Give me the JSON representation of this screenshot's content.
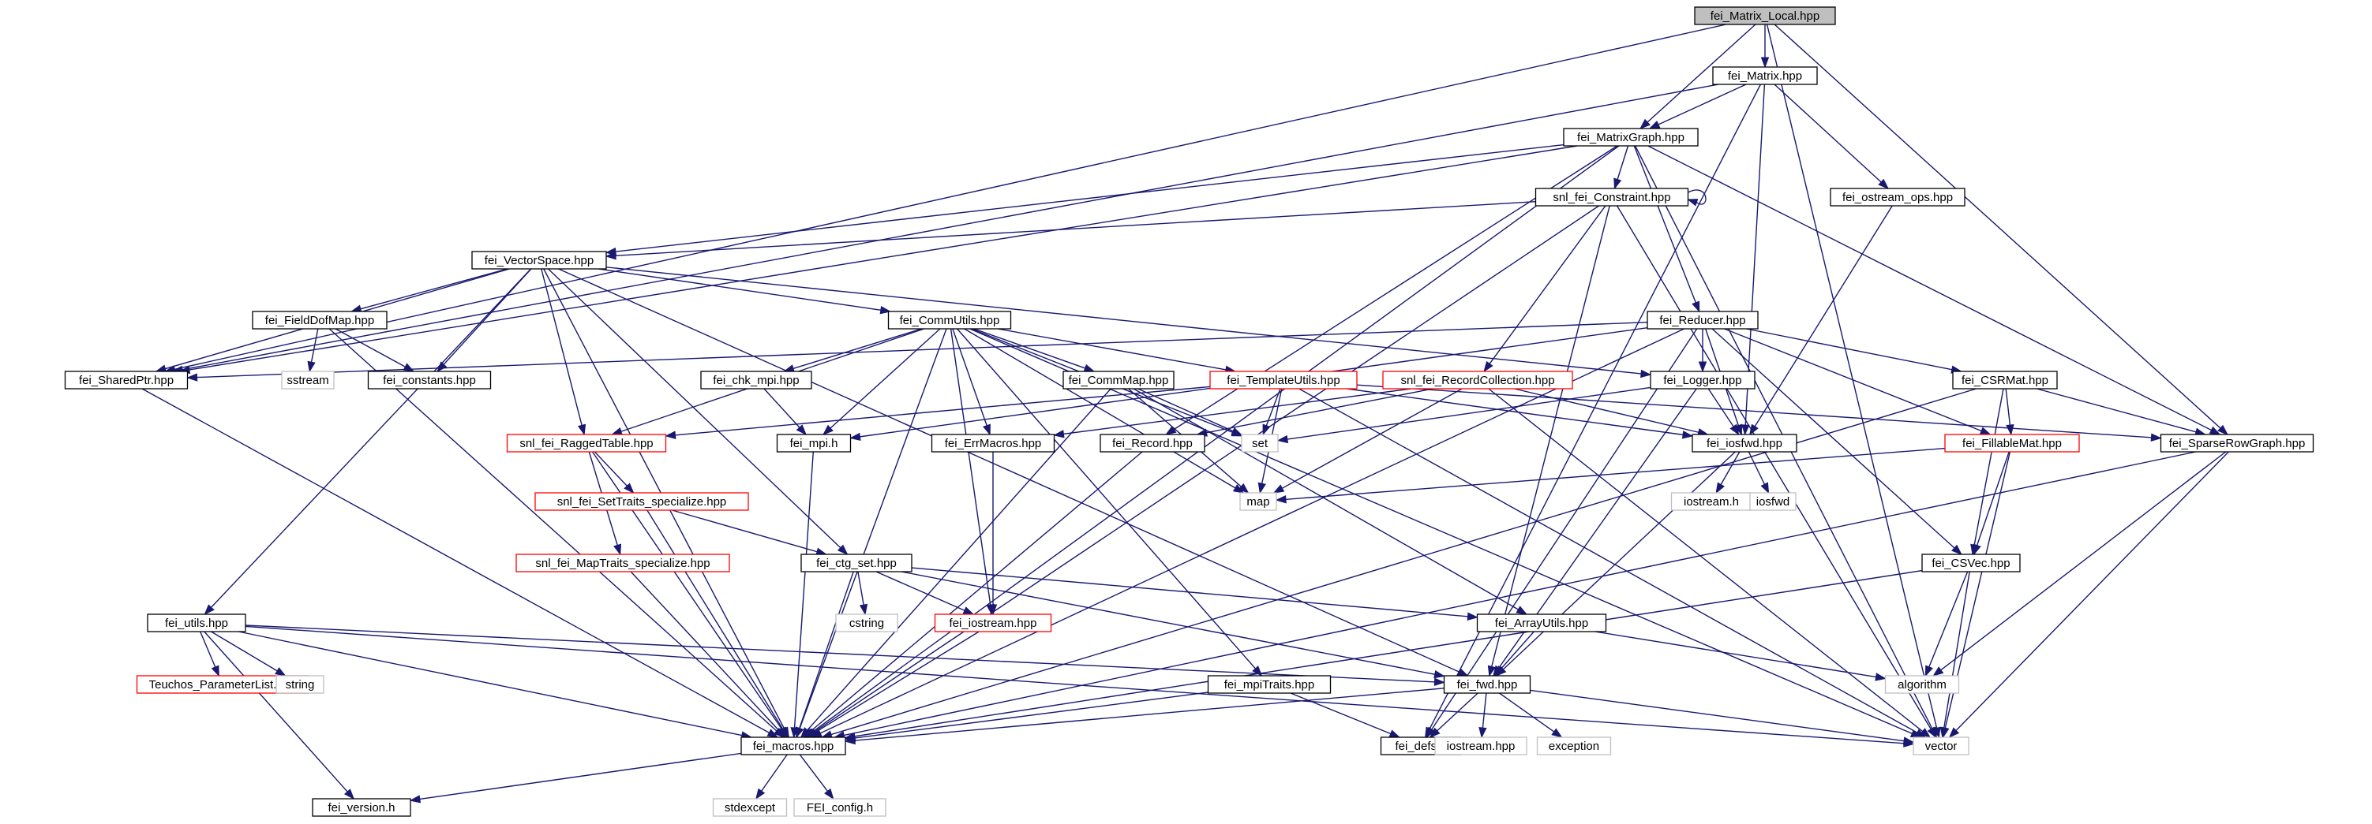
{
  "colors": {
    "edge": "#191970",
    "node_border": "#000000",
    "undoc_border": "#ff0000",
    "ext_border": "#bfbfbf",
    "root_fill": "#bfbfbf",
    "ext_text": "#555555"
  },
  "nodes": [
    {
      "id": "root",
      "label": "fei_Matrix_Local.hpp",
      "kind": "root"
    },
    {
      "id": "matrix",
      "label": "fei_Matrix.hpp",
      "kind": "doc"
    },
    {
      "id": "matrixgraph",
      "label": "fei_MatrixGraph.hpp",
      "kind": "doc"
    },
    {
      "id": "constraint",
      "label": "snl_fei_Constraint.hpp",
      "kind": "doc"
    },
    {
      "id": "ostreamops",
      "label": "fei_ostream_ops.hpp",
      "kind": "doc"
    },
    {
      "id": "vectorspace",
      "label": "fei_VectorSpace.hpp",
      "kind": "doc"
    },
    {
      "id": "fielddofmap",
      "label": "fei_FieldDofMap.hpp",
      "kind": "doc"
    },
    {
      "id": "commutils",
      "label": "fei_CommUtils.hpp",
      "kind": "doc"
    },
    {
      "id": "reducer",
      "label": "fei_Reducer.hpp",
      "kind": "doc"
    },
    {
      "id": "sharedptr",
      "label": "fei_SharedPtr.hpp",
      "kind": "doc"
    },
    {
      "id": "sstream",
      "label": "sstream",
      "kind": "ext"
    },
    {
      "id": "constants",
      "label": "fei_constants.hpp",
      "kind": "doc"
    },
    {
      "id": "chkmpi",
      "label": "fei_chk_mpi.hpp",
      "kind": "doc"
    },
    {
      "id": "commmap",
      "label": "fei_CommMap.hpp",
      "kind": "doc"
    },
    {
      "id": "templateutils",
      "label": "fei_TemplateUtils.hpp",
      "kind": "undoc"
    },
    {
      "id": "recordcollection",
      "label": "snl_fei_RecordCollection.hpp",
      "kind": "undoc"
    },
    {
      "id": "logger",
      "label": "fei_Logger.hpp",
      "kind": "doc"
    },
    {
      "id": "csrmat",
      "label": "fei_CSRMat.hpp",
      "kind": "doc"
    },
    {
      "id": "raggedtable",
      "label": "snl_fei_RaggedTable.hpp",
      "kind": "undoc"
    },
    {
      "id": "mpi",
      "label": "fei_mpi.h",
      "kind": "doc"
    },
    {
      "id": "errmacros",
      "label": "fei_ErrMacros.hpp",
      "kind": "doc"
    },
    {
      "id": "record",
      "label": "fei_Record.hpp",
      "kind": "doc"
    },
    {
      "id": "set",
      "label": "set",
      "kind": "ext"
    },
    {
      "id": "iosfwd_hpp",
      "label": "fei_iosfwd.hpp",
      "kind": "doc"
    },
    {
      "id": "fillablemat",
      "label": "fei_FillableMat.hpp",
      "kind": "undoc"
    },
    {
      "id": "sparserowgraph",
      "label": "fei_SparseRowGraph.hpp",
      "kind": "doc"
    },
    {
      "id": "map",
      "label": "map",
      "kind": "ext"
    },
    {
      "id": "settraits",
      "label": "snl_fei_SetTraits_specialize.hpp",
      "kind": "undoc"
    },
    {
      "id": "iostream_h",
      "label": "iostream.h",
      "kind": "ext"
    },
    {
      "id": "iosfwd",
      "label": "iosfwd",
      "kind": "ext"
    },
    {
      "id": "maptraits",
      "label": "snl_fei_MapTraits_specialize.hpp",
      "kind": "undoc"
    },
    {
      "id": "ctgset",
      "label": "fei_ctg_set.hpp",
      "kind": "doc"
    },
    {
      "id": "csvec",
      "label": "fei_CSVec.hpp",
      "kind": "doc"
    },
    {
      "id": "cstring",
      "label": "cstring",
      "kind": "ext"
    },
    {
      "id": "iostream_hpp",
      "label": "fei_iostream.hpp",
      "kind": "undoc"
    },
    {
      "id": "arrayutils",
      "label": "fei_ArrayUtils.hpp",
      "kind": "doc"
    },
    {
      "id": "utils",
      "label": "fei_utils.hpp",
      "kind": "doc"
    },
    {
      "id": "teuchos",
      "label": "Teuchos_ParameterList.hpp",
      "kind": "undoc"
    },
    {
      "id": "string",
      "label": "string",
      "kind": "ext"
    },
    {
      "id": "mpitraits",
      "label": "fei_mpiTraits.hpp",
      "kind": "doc"
    },
    {
      "id": "fwd",
      "label": "fei_fwd.hpp",
      "kind": "doc"
    },
    {
      "id": "algorithm",
      "label": "algorithm",
      "kind": "ext"
    },
    {
      "id": "macros",
      "label": "fei_macros.hpp",
      "kind": "doc"
    },
    {
      "id": "defs",
      "label": "fei_defs.h",
      "kind": "doc"
    },
    {
      "id": "iostream_ext",
      "label": "iostream.hpp",
      "kind": "ext"
    },
    {
      "id": "exception",
      "label": "exception",
      "kind": "ext"
    },
    {
      "id": "vector",
      "label": "vector",
      "kind": "ext"
    },
    {
      "id": "version",
      "label": "fei_version.h",
      "kind": "doc"
    },
    {
      "id": "stdexcept",
      "label": "stdexcept",
      "kind": "ext"
    },
    {
      "id": "feiconfig",
      "label": "FEI_config.h",
      "kind": "ext"
    }
  ],
  "edges": [
    [
      "root",
      "matrix"
    ],
    [
      "root",
      "matrixgraph"
    ],
    [
      "root",
      "sharedptr"
    ],
    [
      "root",
      "sparserowgraph"
    ],
    [
      "root",
      "vector"
    ],
    [
      "matrix",
      "matrixgraph"
    ],
    [
      "matrix",
      "sharedptr"
    ],
    [
      "matrix",
      "ostreamops"
    ],
    [
      "matrix",
      "iosfwd_hpp"
    ],
    [
      "matrix",
      "defs"
    ],
    [
      "matrixgraph",
      "constraint"
    ],
    [
      "matrixgraph",
      "vectorspace"
    ],
    [
      "matrixgraph",
      "reducer"
    ],
    [
      "matrixgraph",
      "record"
    ],
    [
      "matrixgraph",
      "sparserowgraph"
    ],
    [
      "matrixgraph",
      "sharedptr"
    ],
    [
      "matrixgraph",
      "macros"
    ],
    [
      "matrixgraph",
      "vector"
    ],
    [
      "constraint",
      "constraint"
    ],
    [
      "constraint",
      "recordcollection"
    ],
    [
      "constraint",
      "vectorspace"
    ],
    [
      "constraint",
      "fwd"
    ],
    [
      "constraint",
      "macros"
    ],
    [
      "constraint",
      "vector"
    ],
    [
      "ostreamops",
      "iosfwd_hpp"
    ],
    [
      "vectorspace",
      "fielddofmap"
    ],
    [
      "vectorspace",
      "commutils"
    ],
    [
      "vectorspace",
      "sharedptr"
    ],
    [
      "vectorspace",
      "constants"
    ],
    [
      "vectorspace",
      "raggedtable"
    ],
    [
      "vectorspace",
      "ctgset"
    ],
    [
      "vectorspace",
      "utils"
    ],
    [
      "vectorspace",
      "logger"
    ],
    [
      "vectorspace",
      "fwd"
    ],
    [
      "vectorspace",
      "macros"
    ],
    [
      "fielddofmap",
      "sstream"
    ],
    [
      "fielddofmap",
      "constants"
    ],
    [
      "fielddofmap",
      "macros"
    ],
    [
      "commutils",
      "chkmpi"
    ],
    [
      "commutils",
      "commmap"
    ],
    [
      "commutils",
      "templateutils"
    ],
    [
      "commutils",
      "mpi"
    ],
    [
      "commutils",
      "errmacros"
    ],
    [
      "commutils",
      "set"
    ],
    [
      "commutils",
      "map"
    ],
    [
      "commutils",
      "iostream_hpp"
    ],
    [
      "commutils",
      "mpitraits"
    ],
    [
      "commutils",
      "raggedtable"
    ],
    [
      "commutils",
      "vector"
    ],
    [
      "commutils",
      "macros"
    ],
    [
      "reducer",
      "logger"
    ],
    [
      "reducer",
      "csrmat"
    ],
    [
      "reducer",
      "fillablemat"
    ],
    [
      "reducer",
      "csvec"
    ],
    [
      "reducer",
      "sharedptr"
    ],
    [
      "reducer",
      "mpi"
    ],
    [
      "reducer",
      "macros"
    ],
    [
      "reducer",
      "defs"
    ],
    [
      "reducer",
      "iosfwd_hpp"
    ],
    [
      "sharedptr",
      "macros"
    ],
    [
      "chkmpi",
      "mpi"
    ],
    [
      "commmap",
      "set"
    ],
    [
      "commmap",
      "map"
    ],
    [
      "commmap",
      "arrayutils"
    ],
    [
      "commmap",
      "macros"
    ],
    [
      "templateutils",
      "set"
    ],
    [
      "templateutils",
      "map"
    ],
    [
      "templateutils",
      "raggedtable"
    ],
    [
      "templateutils",
      "sparserowgraph"
    ],
    [
      "templateutils",
      "iosfwd_hpp"
    ],
    [
      "templateutils",
      "vector"
    ],
    [
      "recordcollection",
      "record"
    ],
    [
      "recordcollection",
      "errmacros"
    ],
    [
      "recordcollection",
      "map"
    ],
    [
      "recordcollection",
      "iosfwd_hpp"
    ],
    [
      "recordcollection",
      "vector"
    ],
    [
      "logger",
      "iosfwd_hpp"
    ],
    [
      "logger",
      "set"
    ],
    [
      "logger",
      "fwd"
    ],
    [
      "csrmat",
      "sparserowgraph"
    ],
    [
      "csrmat",
      "fillablemat"
    ],
    [
      "csrmat",
      "csvec"
    ],
    [
      "csrmat",
      "macros"
    ],
    [
      "raggedtable",
      "settraits"
    ],
    [
      "raggedtable",
      "maptraits"
    ],
    [
      "raggedtable",
      "macros"
    ],
    [
      "mpi",
      "macros"
    ],
    [
      "errmacros",
      "iostream_hpp"
    ],
    [
      "record",
      "macros"
    ],
    [
      "iosfwd_hpp",
      "iostream_h"
    ],
    [
      "iosfwd_hpp",
      "iosfwd"
    ],
    [
      "iosfwd_hpp",
      "fwd"
    ],
    [
      "fillablemat",
      "map"
    ],
    [
      "fillablemat",
      "csvec"
    ],
    [
      "fillablemat",
      "vector"
    ],
    [
      "sparserowgraph",
      "algorithm"
    ],
    [
      "sparserowgraph",
      "vector"
    ],
    [
      "sparserowgraph",
      "macros"
    ],
    [
      "settraits",
      "ctgset"
    ],
    [
      "settraits",
      "macros"
    ],
    [
      "maptraits",
      "macros"
    ],
    [
      "ctgset",
      "cstring"
    ],
    [
      "ctgset",
      "iostream_hpp"
    ],
    [
      "ctgset",
      "arrayutils"
    ],
    [
      "ctgset",
      "fwd"
    ],
    [
      "ctgset",
      "macros"
    ],
    [
      "csvec",
      "algorithm"
    ],
    [
      "csvec",
      "vector"
    ],
    [
      "csvec",
      "macros"
    ],
    [
      "iostream_hpp",
      "macros"
    ],
    [
      "arrayutils",
      "algorithm"
    ],
    [
      "arrayutils",
      "fwd"
    ],
    [
      "utils",
      "teuchos"
    ],
    [
      "utils",
      "string"
    ],
    [
      "utils",
      "vector"
    ],
    [
      "utils",
      "fwd"
    ],
    [
      "utils",
      "macros"
    ],
    [
      "utils",
      "version"
    ],
    [
      "mpitraits",
      "defs"
    ],
    [
      "mpitraits",
      "macros"
    ],
    [
      "fwd",
      "macros"
    ],
    [
      "fwd",
      "defs"
    ],
    [
      "fwd",
      "iostream_ext"
    ],
    [
      "fwd",
      "exception"
    ],
    [
      "fwd",
      "vector"
    ],
    [
      "macros",
      "version"
    ],
    [
      "macros",
      "stdexcept"
    ],
    [
      "macros",
      "feiconfig"
    ]
  ]
}
